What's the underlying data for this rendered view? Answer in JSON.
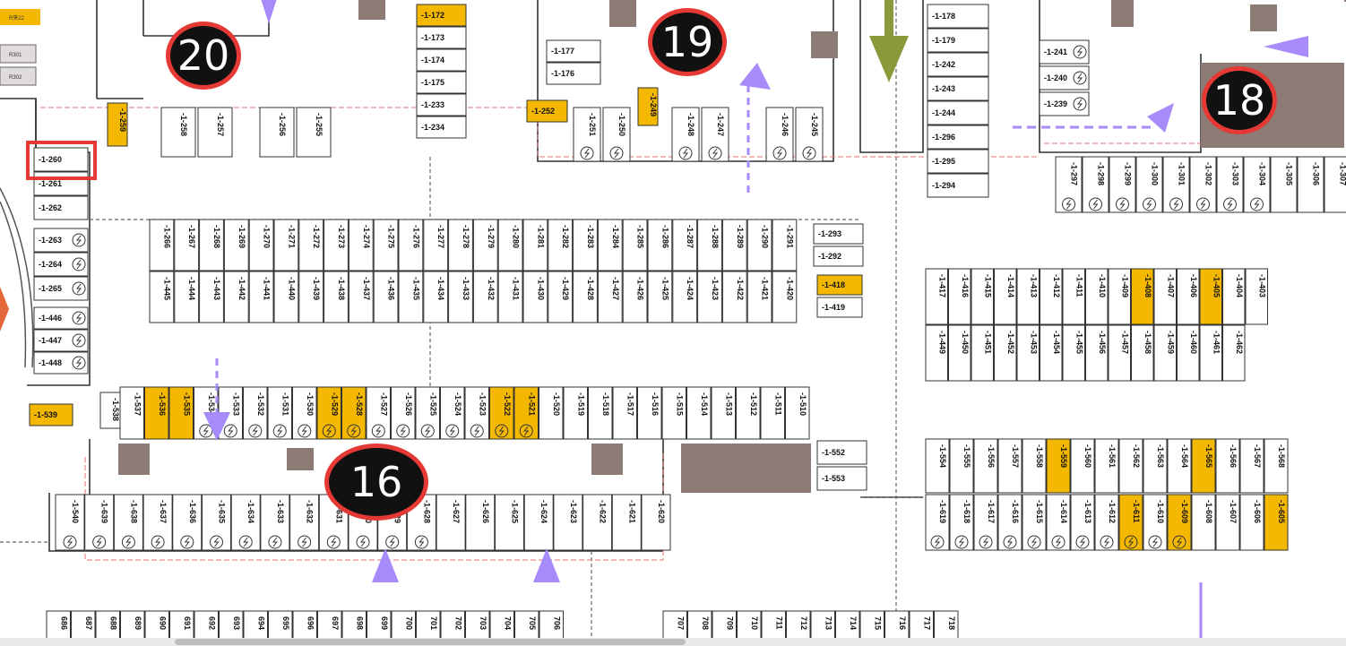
{
  "markers": [
    {
      "label": "20"
    },
    {
      "label": "19"
    },
    {
      "label": "18"
    },
    {
      "label": "16"
    }
  ],
  "highlighted_space": "-1-260",
  "room_labels": [
    "R夹22",
    "R301",
    "R302"
  ],
  "spaces": {
    "west_column": [
      "-1-260",
      "-1-261",
      "-1-262",
      "-1-263",
      "-1-264",
      "-1-265",
      "-1-446",
      "-1-447",
      "-1-448"
    ],
    "top_left_small": [
      "-1-259"
    ],
    "top_left_row": [
      "-1-258",
      "-1-257",
      "-1-256",
      "-1-255"
    ],
    "top_mid_column": [
      "-1-172",
      "-1-173",
      "-1-174",
      "-1-175",
      "-1-233",
      "-1-234"
    ],
    "top_center_row": [
      "-1-252",
      "-1-251",
      "-1-250",
      "-1-249",
      "-1-248",
      "-1-247",
      "-1-246",
      "-1-245"
    ],
    "top_center_small": [
      "-1-177",
      "-1-176"
    ],
    "top_right_column": [
      "-1-178",
      "-1-179",
      "-1-242",
      "-1-243",
      "-1-244",
      "-1-296",
      "-1-295",
      "-1-294"
    ],
    "top_right_small": [
      "-1-241",
      "-1-240",
      "-1-239"
    ],
    "row_a": [
      "-1-266",
      "-1-267",
      "-1-268",
      "-1-269",
      "-1-270",
      "-1-271",
      "-1-272",
      "-1-273",
      "-1-274",
      "-1-275",
      "-1-276",
      "-1-277",
      "-1-278",
      "-1-279",
      "-1-280",
      "-1-281",
      "-1-282",
      "-1-283",
      "-1-284",
      "-1-285",
      "-1-286",
      "-1-287",
      "-1-288",
      "-1-289",
      "-1-290",
      "-1-291"
    ],
    "row_a_end": [
      "-1-293",
      "-1-292"
    ],
    "row_b": [
      "-1-445",
      "-1-444",
      "-1-443",
      "-1-442",
      "-1-441",
      "-1-440",
      "-1-439",
      "-1-438",
      "-1-437",
      "-1-436",
      "-1-435",
      "-1-434",
      "-1-433",
      "-1-432",
      "-1-431",
      "-1-430",
      "-1-429",
      "-1-428",
      "-1-427",
      "-1-426",
      "-1-425",
      "-1-424",
      "-1-423",
      "-1-422",
      "-1-421",
      "-1-420"
    ],
    "row_b_end": [
      "-1-418",
      "-1-419"
    ],
    "right_top_row": [
      "-1-297",
      "-1-298",
      "-1-299",
      "-1-300",
      "-1-301",
      "-1-302",
      "-1-303",
      "-1-304",
      "-1-305",
      "-1-306",
      "-1-307"
    ],
    "right_row_c": [
      "-1-417",
      "-1-416",
      "-1-415",
      "-1-414",
      "-1-413",
      "-1-412",
      "-1-411",
      "-1-410",
      "-1-409",
      "-1-408",
      "-1-407",
      "-1-406",
      "-1-405",
      "-1-404",
      "-1-403"
    ],
    "right_row_d": [
      "-1-449",
      "-1-450",
      "-1-451",
      "-1-452",
      "-1-453",
      "-1-454",
      "-1-455",
      "-1-456",
      "-1-457",
      "-1-458",
      "-1-459",
      "-1-460",
      "-1-461",
      "-1-462"
    ],
    "row_e": [
      "-1-537",
      "-1-536",
      "-1-535",
      "-1-534",
      "-1-533",
      "-1-532",
      "-1-531",
      "-1-530",
      "-1-529",
      "-1-528",
      "-1-527",
      "-1-526",
      "-1-525",
      "-1-524",
      "-1-523",
      "-1-522",
      "-1-521",
      "-1-520",
      "-1-519",
      "-1-518",
      "-1-517",
      "-1-516",
      "-1-515",
      "-1-514",
      "-1-513",
      "-1-512",
      "-1-511",
      "-1-510"
    ],
    "row_e_extra": [
      "-1-539",
      "-1-538"
    ],
    "row_e_end": [
      "-1-552",
      "-1-553"
    ],
    "right_row_f": [
      "-1-554",
      "-1-555",
      "-1-556",
      "-1-557",
      "-1-558",
      "-1-559",
      "-1-560",
      "-1-561",
      "-1-562",
      "-1-563",
      "-1-564",
      "-1-565",
      "-1-566",
      "-1-567",
      "-1-568"
    ],
    "row_g": [
      "-1-540",
      "-1-639",
      "-1-638",
      "-1-637",
      "-1-636",
      "-1-635",
      "-1-634",
      "-1-633",
      "-1-632",
      "-1-631",
      "-1-630",
      "-1-629",
      "-1-628",
      "-1-627",
      "-1-626",
      "-1-625",
      "-1-624",
      "-1-623",
      "-1-622",
      "-1-621",
      "-1-620"
    ],
    "right_row_h": [
      "-1-619",
      "-1-618",
      "-1-617",
      "-1-616",
      "-1-615",
      "-1-614",
      "-1-613",
      "-1-612",
      "-1-611",
      "-1-610",
      "-1-609",
      "-1-608",
      "-1-607",
      "-1-606",
      "-1-605"
    ],
    "bottom_row": [
      "686",
      "687",
      "688",
      "689",
      "690",
      "691",
      "692",
      "693",
      "694",
      "695",
      "696",
      "697",
      "698",
      "699",
      "700",
      "701",
      "702",
      "703",
      "704",
      "705",
      "706"
    ],
    "bottom_right_row": [
      "707",
      "708",
      "709",
      "710",
      "711",
      "712",
      "713",
      "714",
      "715",
      "716",
      "717",
      "718"
    ]
  },
  "ev_charging_icon": "ev-charger-icon",
  "accent_colors": {
    "marker_ring": "#e53935",
    "marker_fill": "#111111",
    "yellow_space": "#f5b800",
    "arrow": "#a78bfa",
    "highlight": "#e53935"
  }
}
